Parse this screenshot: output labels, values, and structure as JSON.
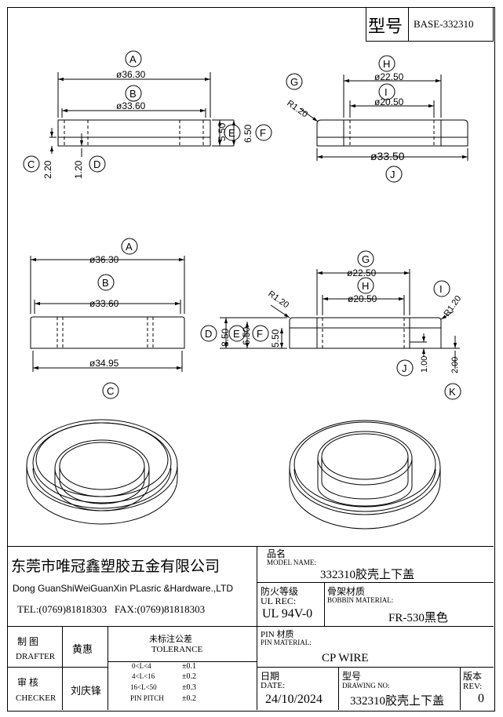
{
  "header": {
    "type_label": "型号",
    "model_code": "BASE-332310"
  },
  "drawing1": {
    "callouts": {
      "a": "A",
      "b": "B",
      "c": "C",
      "d": "D",
      "e": "E",
      "f": "F"
    },
    "dims": {
      "a": "ø36.30",
      "b": "ø33.60",
      "c": "2.20",
      "d": "1.20",
      "e": "5.50",
      "f": "6.50"
    }
  },
  "drawing2": {
    "callouts": {
      "g": "G",
      "h": "H",
      "i": "I",
      "j": "J"
    },
    "dims": {
      "r": "R1.20",
      "h": "ø22.50",
      "i": "ø20.50",
      "j": "ø33.50"
    }
  },
  "drawing3": {
    "callouts": {
      "a": "A",
      "b": "B",
      "c": "C"
    },
    "dims": {
      "a": "ø36.30",
      "b": "ø33.60",
      "c": "ø34.95"
    }
  },
  "drawing4": {
    "callouts": {
      "d": "D",
      "e": "E",
      "f": "F",
      "g": "G",
      "h": "H",
      "i": "I",
      "j": "J",
      "k": "K"
    },
    "dims": {
      "d": "8.50",
      "e": "6.50",
      "f": "5.50",
      "g": "ø22.50",
      "h": "ø20.50",
      "r1": "R1.20",
      "r2": "R1.20",
      "j": "1.00",
      "k": "2.00"
    }
  },
  "title_block": {
    "company_cn": "东莞市唯冠鑫塑胶五金有限公司",
    "company_en": "Dong GuanShiWeiGuanXin PLasric &Hardware.,LTD",
    "contact": "TEL:(0769)81818303   FAX:(0769)81818303",
    "model_name_cn": "品名",
    "model_name_en": "MODEL NAME:",
    "model_name_value": "332310胶壳上下盖",
    "ul_cn": "防火等级",
    "ul_en": "UL REC:",
    "ul_value": "UL 94V-0",
    "bobbin_cn": "骨架材质",
    "bobbin_en": "BOBBIN MATERIAL:",
    "bobbin_value": "FR-530黑色",
    "drafter_cn": "制 图",
    "drafter_en": "DRAFTER",
    "drafter_name": "黄惠",
    "checker_cn": "审 核",
    "checker_en": "CHECKER",
    "checker_name": "刘庆锋",
    "tolerance_cn": "未标注公差",
    "tolerance_en": "TOLERANCE",
    "tolerances": [
      {
        "range": "0<L<4",
        "value": "±0.1"
      },
      {
        "range": "4<L<16",
        "value": "±0.2"
      },
      {
        "range": "16<L<50",
        "value": "±0.3"
      },
      {
        "range": "PIN PITCH",
        "value": "±0.2"
      }
    ],
    "pin_cn": "PIN 材质",
    "pin_en": "PIN MATERIAL:",
    "pin_value": "CP WIRE",
    "date_cn": "日期",
    "date_en": "DATE:",
    "date_value": "24/10/2024",
    "drawing_no_cn": "型号",
    "drawing_no_en": "DRAWING NO:",
    "drawing_no_value": "332310胶壳上下盖",
    "rev_cn": "版本",
    "rev_en": "REV:",
    "rev_value": "0"
  }
}
